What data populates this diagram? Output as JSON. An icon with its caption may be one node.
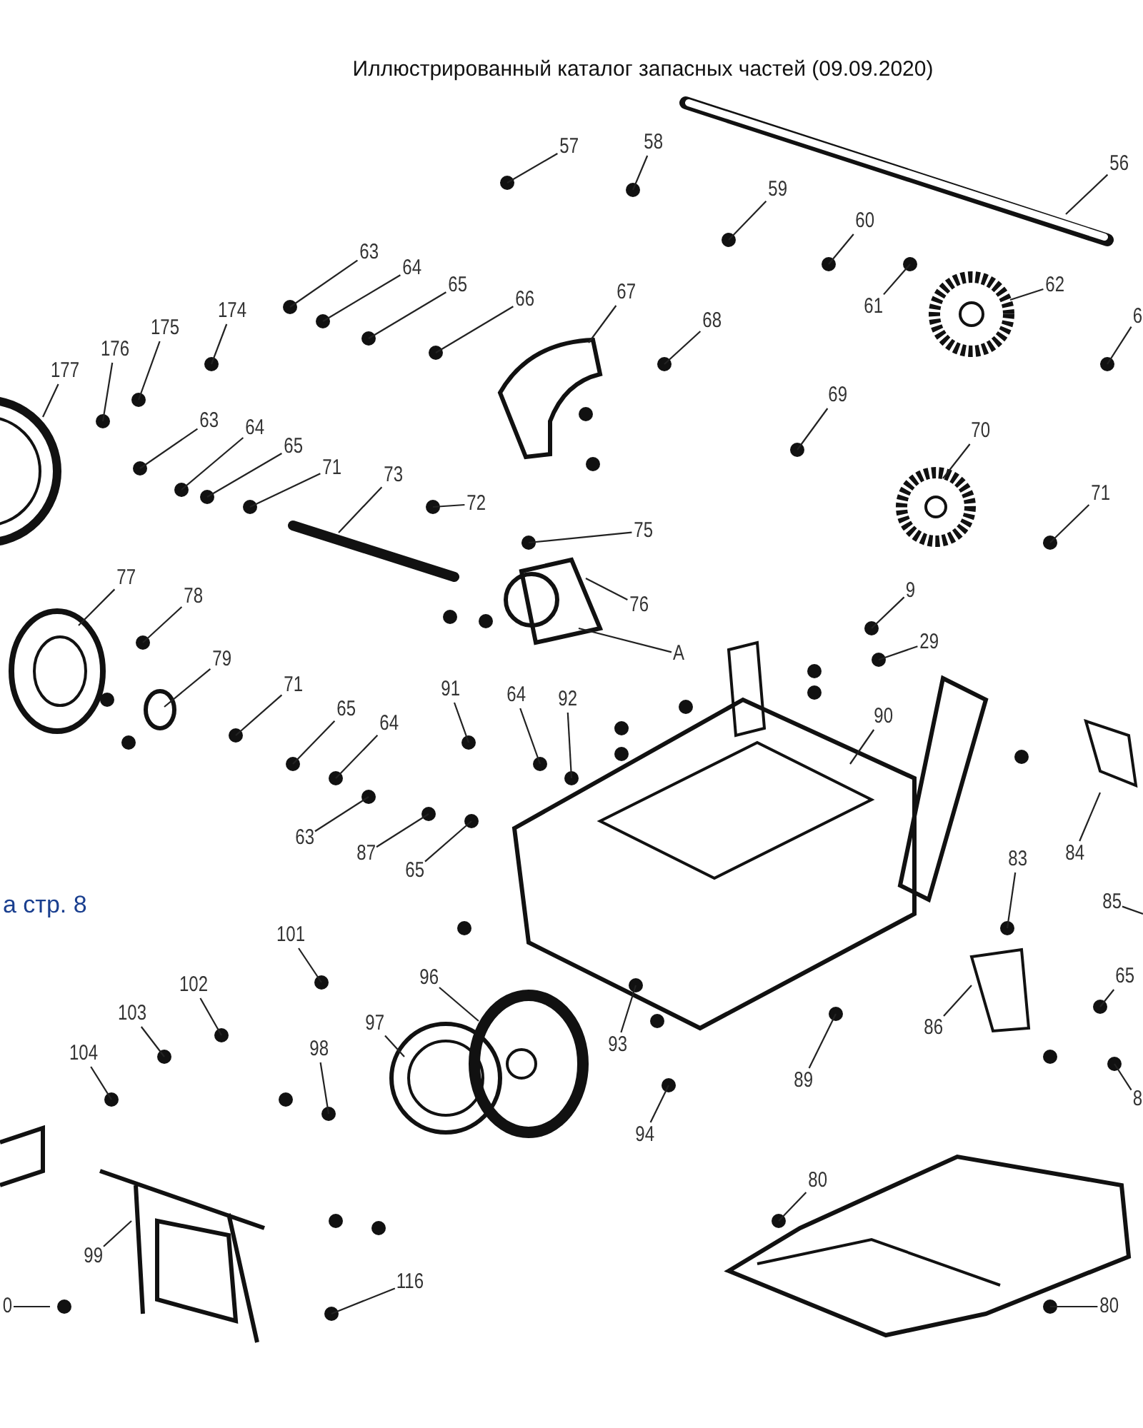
{
  "diagram": {
    "title": "Иллюстрированный каталог запасных частей (09.09.2020)",
    "nodes": [
      {
        "text": [
          "57"
        ]
      },
      {
        "text": [
          "58"
        ]
      },
      {
        "text": [
          "56"
        ]
      },
      {
        "text": [
          "59"
        ]
      },
      {
        "text": [
          "60"
        ]
      },
      {
        "text": [
          "61"
        ]
      },
      {
        "text": [
          "62"
        ]
      },
      {
        "text": [
          "6"
        ]
      },
      {
        "text": [
          "63"
        ]
      },
      {
        "text": [
          "64"
        ]
      },
      {
        "text": [
          "65"
        ]
      },
      {
        "text": [
          "66"
        ]
      },
      {
        "text": [
          "67"
        ]
      },
      {
        "text": [
          "68"
        ]
      },
      {
        "text": [
          "177"
        ]
      },
      {
        "text": [
          "176"
        ]
      },
      {
        "text": [
          "175"
        ]
      },
      {
        "text": [
          "174"
        ]
      },
      {
        "text": [
          "63"
        ]
      },
      {
        "text": [
          "64"
        ]
      },
      {
        "text": [
          "65"
        ]
      },
      {
        "text": [
          "71"
        ]
      },
      {
        "text": [
          "73"
        ]
      },
      {
        "text": [
          "72"
        ]
      },
      {
        "text": [
          "69"
        ]
      },
      {
        "text": [
          "70"
        ]
      },
      {
        "text": [
          "71"
        ]
      },
      {
        "text": [
          "75"
        ]
      },
      {
        "text": [
          "76"
        ]
      },
      {
        "text": [
          "A"
        ]
      },
      {
        "text": [
          "77"
        ]
      },
      {
        "text": [
          "78"
        ]
      },
      {
        "text": [
          "79"
        ]
      },
      {
        "text": [
          "71"
        ]
      },
      {
        "text": [
          "65"
        ]
      },
      {
        "text": [
          "64"
        ]
      },
      {
        "text": [
          "91"
        ]
      },
      {
        "text": [
          "64"
        ]
      },
      {
        "text": [
          "92"
        ]
      },
      {
        "text": [
          "9"
        ]
      },
      {
        "text": [
          "29"
        ]
      },
      {
        "text": [
          "90"
        ]
      },
      {
        "text": [
          "63"
        ]
      },
      {
        "text": [
          "87"
        ]
      },
      {
        "text": [
          "65"
        ]
      },
      {
        "text": [
          "84"
        ]
      },
      {
        "text": [
          "83"
        ]
      },
      {
        "text": [
          "85"
        ]
      },
      {
        "text": [
          "101"
        ]
      },
      {
        "text": [
          "102"
        ]
      },
      {
        "text": [
          "103"
        ]
      },
      {
        "text": [
          "104"
        ]
      },
      {
        "text": [
          "98"
        ]
      },
      {
        "text": [
          "97"
        ]
      },
      {
        "text": [
          "96"
        ]
      },
      {
        "text": [
          "93"
        ]
      },
      {
        "text": [
          "86"
        ]
      },
      {
        "text": [
          "65"
        ]
      },
      {
        "text": [
          "89"
        ]
      },
      {
        "text": [
          "94"
        ]
      },
      {
        "text": [
          "8"
        ]
      },
      {
        "text": [
          "80"
        ]
      },
      {
        "text": [
          "99"
        ]
      },
      {
        "text": [
          "116"
        ]
      },
      {
        "text": [
          "0"
        ]
      },
      {
        "text": [
          "80"
        ]
      }
    ],
    "edges": [
      {
        "from": 0,
        "to": null,
        "arrow": "none"
      },
      {
        "from": 1,
        "to": null,
        "arrow": "none"
      },
      {
        "from": 2,
        "to": null,
        "arrow": "none"
      },
      {
        "from": 3,
        "to": null,
        "arrow": "none"
      },
      {
        "from": 4,
        "to": null,
        "arrow": "none"
      },
      {
        "from": 5,
        "to": null,
        "arrow": "none"
      },
      {
        "from": 6,
        "to": null,
        "arrow": "none"
      },
      {
        "from": 7,
        "to": null,
        "arrow": "none"
      },
      {
        "from": 8,
        "to": null,
        "arrow": "none"
      },
      {
        "from": 9,
        "to": null,
        "arrow": "none"
      },
      {
        "from": 10,
        "to": null,
        "arrow": "none"
      },
      {
        "from": 11,
        "to": null,
        "arrow": "none"
      },
      {
        "from": 12,
        "to": null,
        "arrow": "none"
      },
      {
        "from": 13,
        "to": null,
        "arrow": "none"
      },
      {
        "from": 14,
        "to": null,
        "arrow": "none"
      },
      {
        "from": 15,
        "to": null,
        "arrow": "none"
      },
      {
        "from": 16,
        "to": null,
        "arrow": "none"
      },
      {
        "from": 17,
        "to": null,
        "arrow": "none"
      },
      {
        "from": 18,
        "to": null,
        "arrow": "none"
      },
      {
        "from": 19,
        "to": null,
        "arrow": "none"
      },
      {
        "from": 20,
        "to": null,
        "arrow": "none"
      },
      {
        "from": 21,
        "to": null,
        "arrow": "none"
      },
      {
        "from": 22,
        "to": null,
        "arrow": "none"
      },
      {
        "from": 23,
        "to": null,
        "arrow": "none"
      },
      {
        "from": 24,
        "to": null,
        "arrow": "none"
      },
      {
        "from": 25,
        "to": null,
        "arrow": "none"
      },
      {
        "from": 26,
        "to": null,
        "arrow": "none"
      },
      {
        "from": 27,
        "to": null,
        "arrow": "none"
      },
      {
        "from": 28,
        "to": null,
        "arrow": "none"
      },
      {
        "from": 29,
        "to": null,
        "arrow": "none"
      },
      {
        "from": 30,
        "to": null,
        "arrow": "none"
      },
      {
        "from": 31,
        "to": null,
        "arrow": "none"
      },
      {
        "from": 32,
        "to": null,
        "arrow": "none"
      },
      {
        "from": 33,
        "to": null,
        "arrow": "none"
      },
      {
        "from": 34,
        "to": null,
        "arrow": "none"
      },
      {
        "from": 35,
        "to": null,
        "arrow": "none"
      },
      {
        "from": 36,
        "to": null,
        "arrow": "none"
      },
      {
        "from": 37,
        "to": null,
        "arrow": "none"
      },
      {
        "from": 38,
        "to": null,
        "arrow": "none"
      },
      {
        "from": 39,
        "to": null,
        "arrow": "none"
      },
      {
        "from": 40,
        "to": null,
        "arrow": "none"
      },
      {
        "from": 41,
        "to": null,
        "arrow": "none"
      },
      {
        "from": 42,
        "to": null,
        "arrow": "none"
      },
      {
        "from": 43,
        "to": null,
        "arrow": "none"
      },
      {
        "from": 44,
        "to": null,
        "arrow": "none"
      },
      {
        "from": 45,
        "to": null,
        "arrow": "none"
      },
      {
        "from": 46,
        "to": null,
        "arrow": "none"
      },
      {
        "from": 47,
        "to": null,
        "arrow": "none"
      },
      {
        "from": 48,
        "to": null,
        "arrow": "none"
      },
      {
        "from": 49,
        "to": null,
        "arrow": "none"
      },
      {
        "from": 50,
        "to": null,
        "arrow": "none"
      },
      {
        "from": 51,
        "to": null,
        "arrow": "none"
      },
      {
        "from": 52,
        "to": null,
        "arrow": "none"
      },
      {
        "from": 53,
        "to": null,
        "arrow": "none"
      },
      {
        "from": 54,
        "to": null,
        "arrow": "none"
      },
      {
        "from": 55,
        "to": null,
        "arrow": "none"
      },
      {
        "from": 56,
        "to": null,
        "arrow": "none"
      },
      {
        "from": 57,
        "to": null,
        "arrow": "none"
      },
      {
        "from": 58,
        "to": null,
        "arrow": "none"
      },
      {
        "from": 59,
        "to": null,
        "arrow": "none"
      },
      {
        "from": 60,
        "to": null,
        "arrow": "none"
      },
      {
        "from": 61,
        "to": null,
        "arrow": "none"
      },
      {
        "from": 62,
        "to": null,
        "arrow": "none"
      },
      {
        "from": 63,
        "to": null,
        "arrow": "none"
      },
      {
        "from": 64,
        "to": null,
        "arrow": "none"
      },
      {
        "from": 65,
        "to": null,
        "arrow": "none"
      }
    ],
    "labels": [
      "а стр. 8"
    ]
  }
}
